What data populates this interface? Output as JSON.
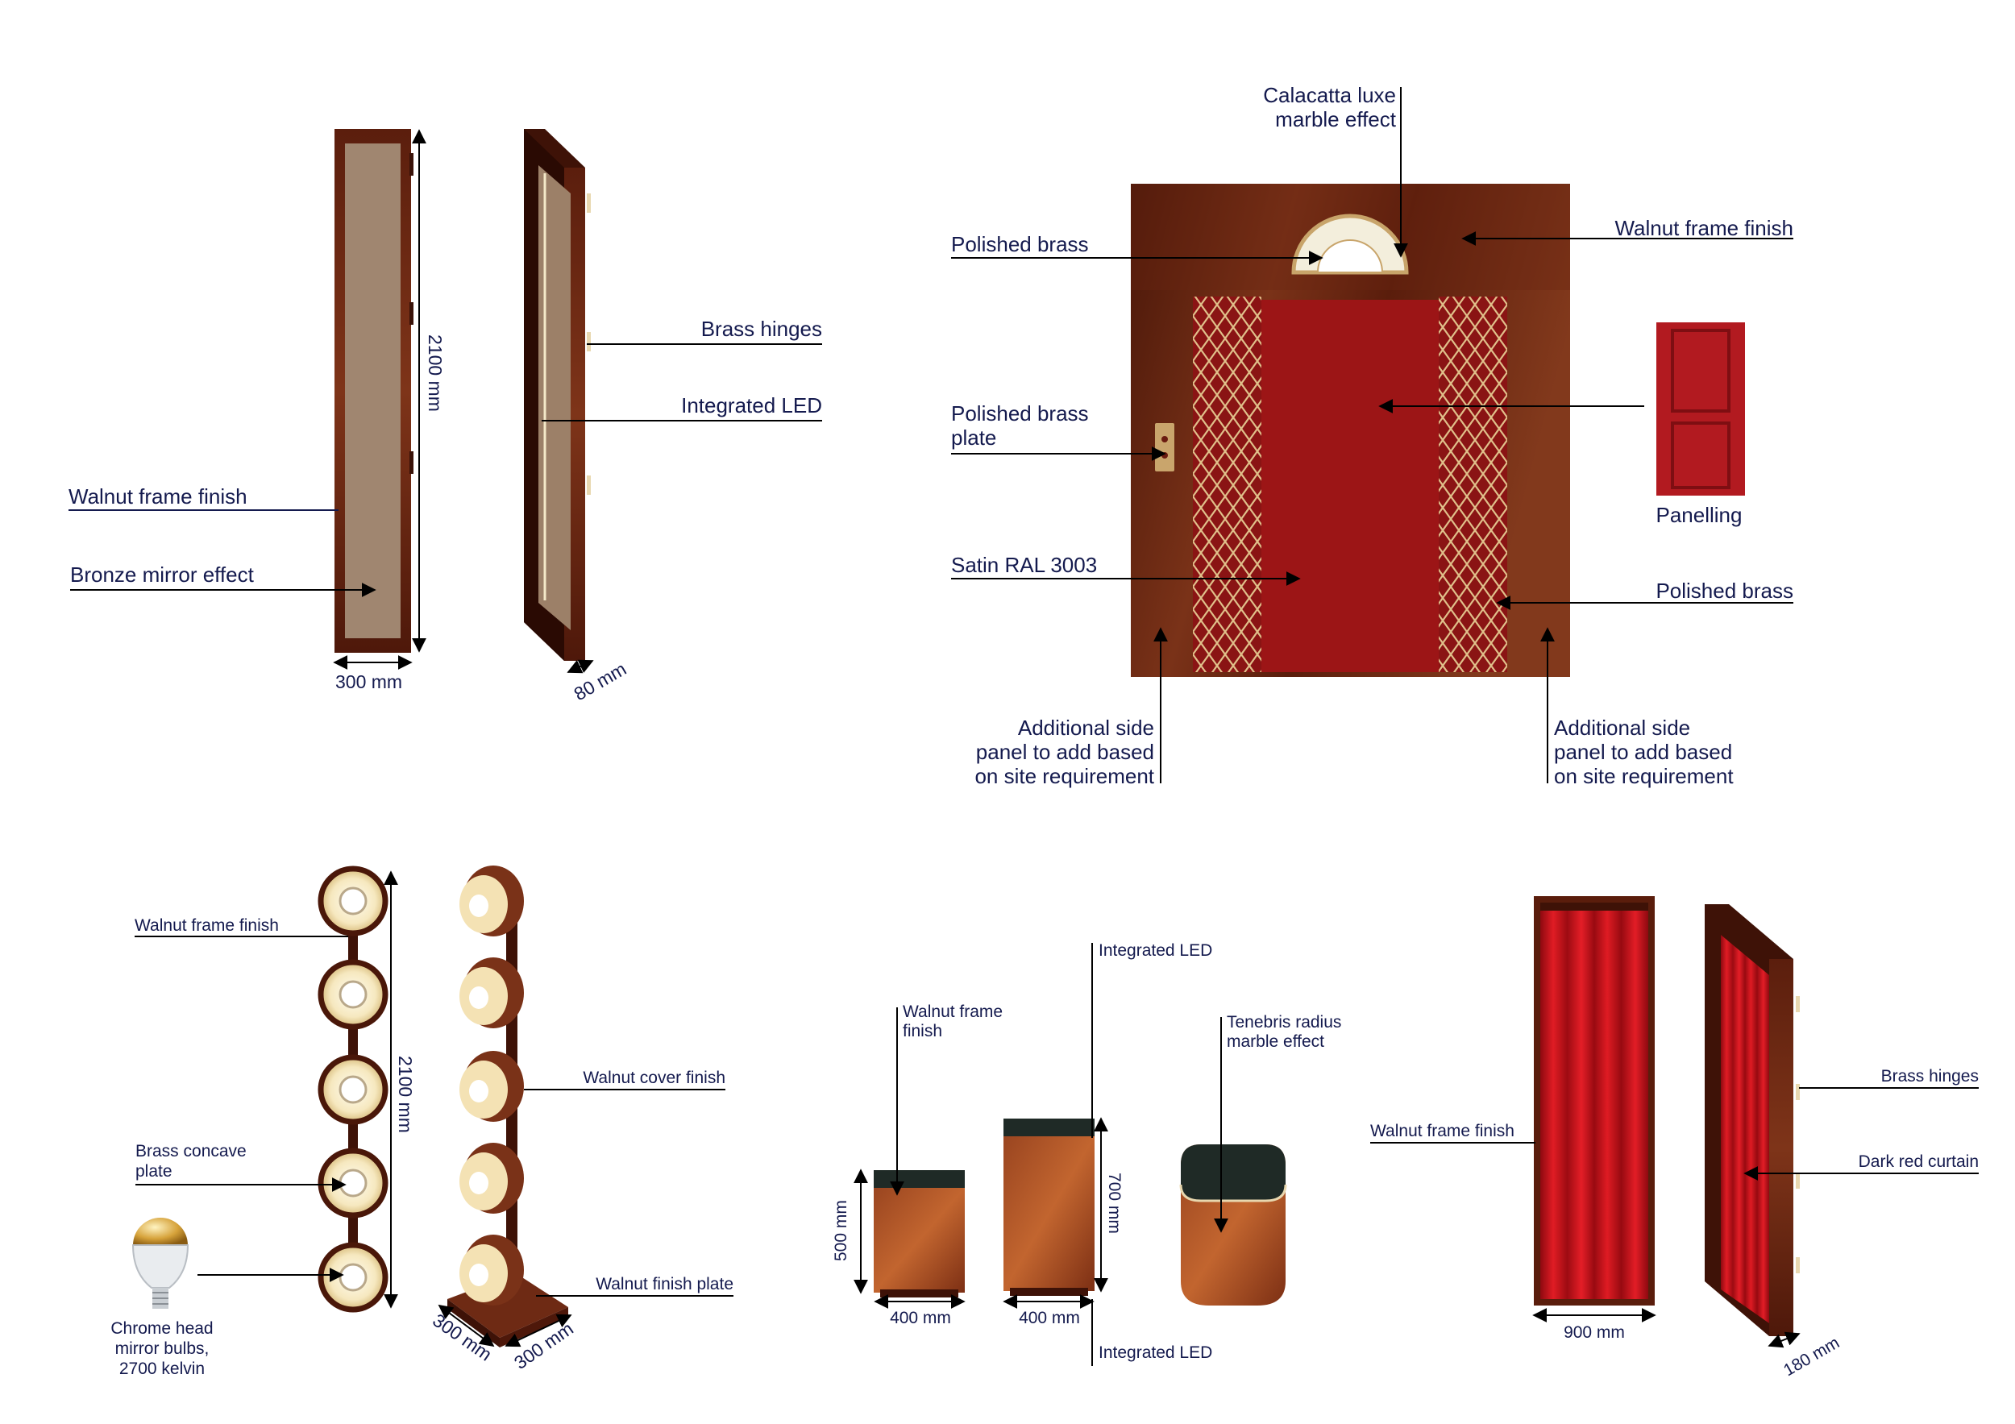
{
  "mirror": {
    "walnut_frame": "Walnut frame finish",
    "bronze_mirror": "Bronze mirror effect",
    "height_dim": "2100 mm",
    "width_dim": "300 mm",
    "depth_dim": "80 mm",
    "brass_hinges": "Brass hinges",
    "integrated_led": "Integrated LED"
  },
  "door": {
    "calacatta_line1": "Calacatta luxe",
    "calacatta_line2": "marble effect",
    "polished_brass_top": "Polished brass",
    "walnut_frame": "Walnut frame finish",
    "brass_plate_line1": "Polished brass",
    "brass_plate_line2": "plate",
    "satin": "Satin RAL 3003",
    "panelling": "Panelling",
    "polished_brass_right": "Polished brass",
    "side_left": [
      "Additional side",
      "panel to add based",
      "on site requirement"
    ],
    "side_right": [
      "Additional side",
      "panel to add based",
      "on site requirement"
    ]
  },
  "lamp": {
    "walnut_frame": "Walnut frame finish",
    "concave_line1": "Brass concave",
    "concave_line2": "plate",
    "bulb": [
      "Chrome head",
      "mirror bulbs,",
      "2700 kelvin"
    ],
    "height_dim": "2100 mm",
    "walnut_cover": "Walnut cover finish",
    "walnut_plate": "Walnut finish plate",
    "base_dim_a": "300 mm",
    "base_dim_b": "300 mm"
  },
  "tables": {
    "walnut_frame_line1": "Walnut frame",
    "walnut_frame_line2": "finish",
    "integrated_led_top": "Integrated LED",
    "integrated_led_bottom": "Integrated LED",
    "tenebris_line1": "Tenebris radius",
    "tenebris_line2": "marble effect",
    "dim_500": "500 mm",
    "dim_700": "700 mm",
    "dim_400a": "400 mm",
    "dim_400b": "400 mm"
  },
  "curtain": {
    "walnut_frame": "Walnut frame finish",
    "brass_hinges": "Brass hinges",
    "dark_red": "Dark red curtain",
    "width_dim": "900 mm",
    "depth_dim": "180 mm"
  },
  "colors": {
    "walnut": "#6e2a14",
    "walnut_dark": "#3e1207",
    "door_red": "#9c1516",
    "brass": "#d9b77a",
    "curtain_red": "#c8101a",
    "mirror_bronze": "#a08670",
    "marble_dark": "#1f2a26",
    "label_ink": "#141a4e"
  }
}
